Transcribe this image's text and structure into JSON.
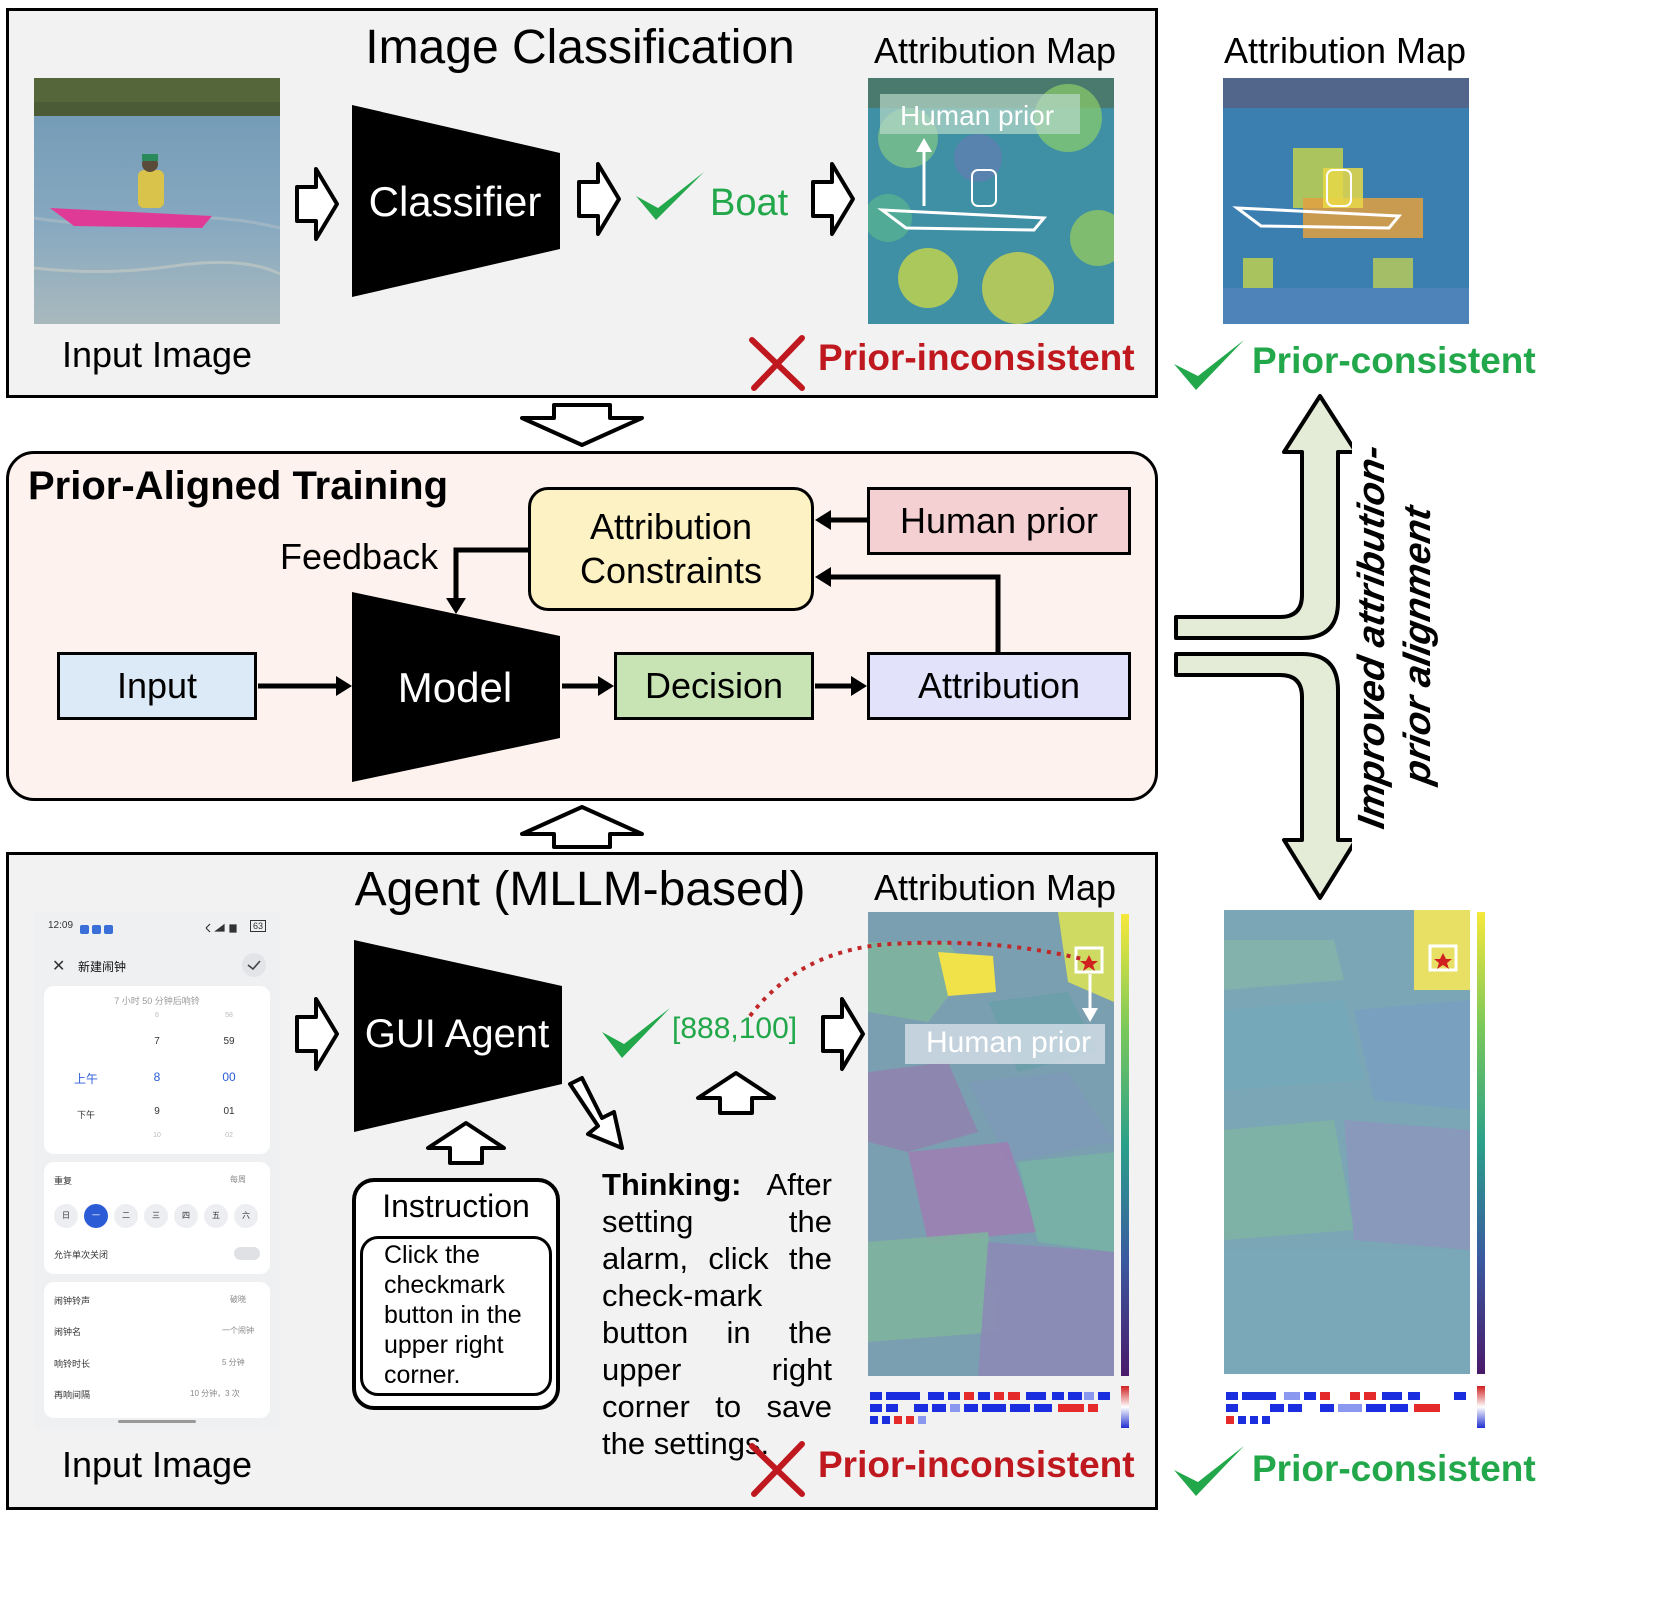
{
  "top": {
    "title": "Image Classification",
    "attr_map_label": "Attribution Map",
    "classifier_label": "Classifier",
    "prediction": "Boat",
    "input_caption": "Input Image",
    "human_prior_tag": "Human prior",
    "verdict": "Prior-inconsistent"
  },
  "top_right": {
    "attr_map_label": "Attribution Map",
    "verdict": "Prior-consistent"
  },
  "middle": {
    "title": "Prior-Aligned Training",
    "feedback": "Feedback",
    "constraints_line1": "Attribution",
    "constraints_line2": "Constraints",
    "human_prior": "Human prior",
    "input": "Input",
    "model": "Model",
    "decision": "Decision",
    "attribution": "Attribution"
  },
  "side": {
    "line1": "Improved attribution-",
    "line2": "prior alignment"
  },
  "bottom": {
    "title": "Agent (MLLM-based)",
    "attr_map_label": "Attribution Map",
    "agent_label": "GUI Agent",
    "prediction": "[888,100]",
    "instruction_title": "Instruction",
    "instruction_text": "Click the checkmark button in the upper right corner.",
    "thinking_label": "Thinking:",
    "thinking_text": "After setting the alarm, click the check-mark button in the upper right corner to save the settings.",
    "input_caption": "Input Image",
    "human_prior_tag": "Human prior",
    "verdict": "Prior-inconsistent"
  },
  "bottom_right": {
    "verdict": "Prior-consistent"
  },
  "phone": {
    "time": "12:09",
    "battery": "63",
    "header": "新建闹钟",
    "countdown": "7 小时 50 分钟后响铃",
    "picker": {
      "r0": [
        "",
        "6",
        "58"
      ],
      "r1": [
        "",
        "7",
        "59"
      ],
      "r2": [
        "上午",
        "8",
        "00"
      ],
      "r3": [
        "下午",
        "9",
        "01"
      ],
      "r4": [
        "",
        "10",
        "02"
      ]
    },
    "repeat_label": "重复",
    "repeat_value": "每周",
    "weekdays": [
      "日",
      "一",
      "二",
      "三",
      "四",
      "五",
      "六"
    ],
    "allow_close": "允许单次关闭",
    "rows": [
      {
        "label": "闹钟铃声",
        "value": "破晓"
      },
      {
        "label": "闹钟名",
        "value": "一个闹钟"
      },
      {
        "label": "响铃时长",
        "value": "5 分钟"
      },
      {
        "label": "再响间隔",
        "value": "10 分钟，3 次"
      }
    ]
  },
  "colors": {
    "input_box": "#dce9f7",
    "decision_box": "#c8e3b4",
    "attribution_box": "#e2e2fa",
    "human_prior_box": "#f5d0d2",
    "constraints_box": "#fcf2c4",
    "middle_bg": "#fdf2ee",
    "panel_bg": "#f2f2f2",
    "accent_green": "#22a84a",
    "accent_red": "#c0181f"
  }
}
